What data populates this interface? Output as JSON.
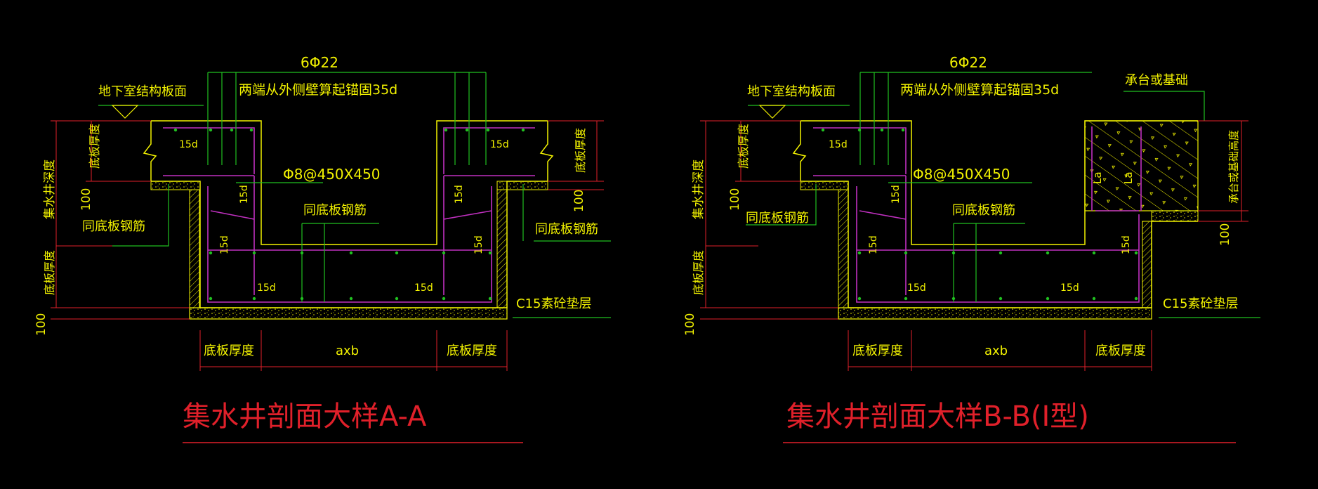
{
  "colors": {
    "background": "#000000",
    "concrete": "#f2f200",
    "rebar": "#c030c0",
    "leader": "#20c020",
    "dimension": "#e0202a",
    "text": "#f2f200",
    "title": "#e0202a"
  },
  "drawings": [
    {
      "id": "A",
      "title": "集水井剖面大样A-A",
      "labels": {
        "top_bars": "6Φ22",
        "anchorage": "两端从外侧壁算起锚固35d",
        "slab_surface": "地下室结构板面",
        "mesh": "Φ8@450X450",
        "same_slab_rebar_center": "同底板钢筋",
        "same_slab_rebar_left": "同底板钢筋",
        "same_slab_rebar_right": "同底板钢筋",
        "cushion": "C15素砼垫层",
        "dim_left_thickness": "底板厚度",
        "dim_span": "axb",
        "dim_right_thickness": "底板厚度",
        "v_pit_depth": "集水井深度",
        "v_slab_thickness_left": "底板厚度",
        "v_slab_thickness_right": "底板厚度",
        "v_100_upper": "100",
        "v_bottom_thickness": "底板厚度",
        "v_100_lower": "100",
        "v_100_right": "100",
        "anchor_15d": [
          "15d",
          "15d",
          "15d",
          "15d",
          "15d",
          "15d",
          "15d",
          "15d"
        ]
      }
    },
    {
      "id": "B",
      "title": "集水井剖面大样B-B(Ⅰ型)",
      "labels": {
        "top_bars": "6Φ22",
        "anchorage": "两端从外侧壁算起锚固35d",
        "slab_surface": "地下室结构板面",
        "mesh": "Φ8@450X450",
        "same_slab_rebar_center": "同底板钢筋",
        "same_slab_rebar_left": "同底板钢筋",
        "pile_cap": "承台或基础",
        "cushion": "C15素砼垫层",
        "dim_left_thickness": "底板厚度",
        "dim_span": "axb",
        "dim_right_thickness": "底板厚度",
        "v_pit_depth": "集水井深度",
        "v_slab_thickness_left": "底板厚度",
        "v_pile_cap_height": "承台或基础高度",
        "v_100_upper": "100",
        "v_bottom_thickness": "底板厚度",
        "v_100_lower": "100",
        "v_100_right": "100",
        "la_left": "La",
        "la_right": "La",
        "anchor_15d": [
          "15d",
          "15d",
          "15d",
          "15d",
          "15d",
          "15d"
        ]
      }
    }
  ]
}
